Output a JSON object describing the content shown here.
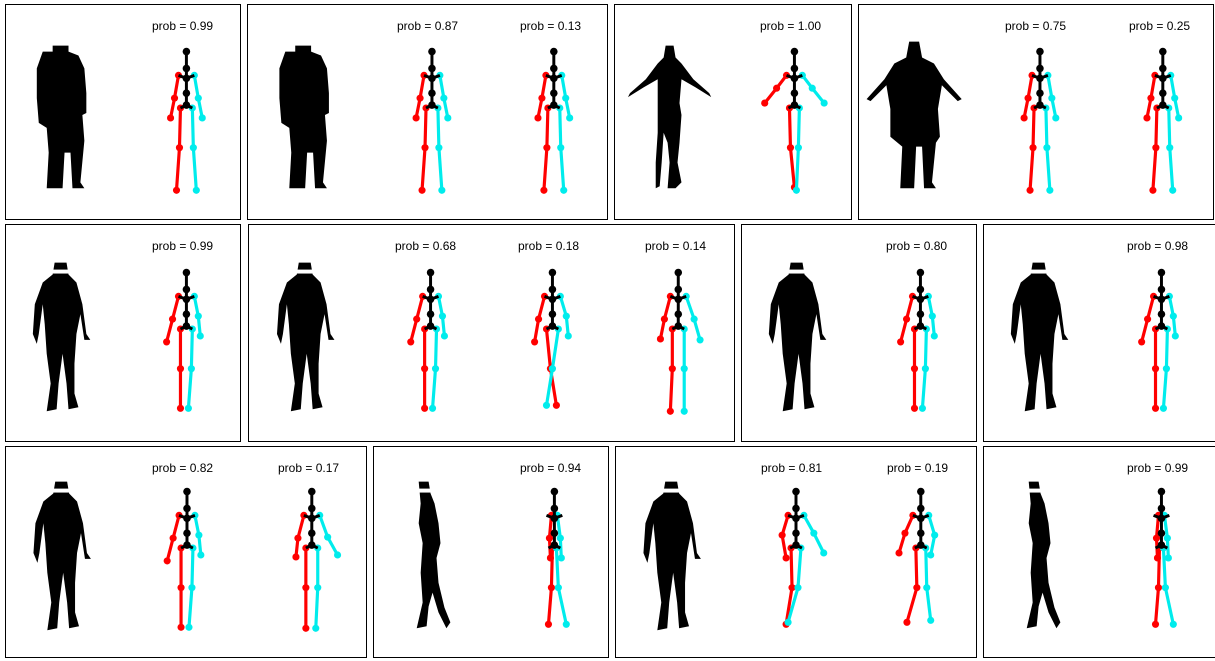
{
  "colors": {
    "left_limb": "#ff0000",
    "right_limb": "#00ecec",
    "torso": "#000000",
    "silhouette": "#000000"
  },
  "rows": [
    {
      "panels": [
        {
          "poses": [
            {
              "prob": "prob = 0.99"
            }
          ]
        },
        {
          "poses": [
            {
              "prob": "prob = 0.87"
            },
            {
              "prob": "prob = 0.13"
            }
          ]
        },
        {
          "poses": [
            {
              "prob": "prob = 1.00"
            }
          ]
        },
        {
          "poses": [
            {
              "prob": "prob = 0.75"
            },
            {
              "prob": "prob = 0.25"
            }
          ]
        }
      ]
    },
    {
      "panels": [
        {
          "poses": [
            {
              "prob": "prob = 0.99"
            }
          ]
        },
        {
          "poses": [
            {
              "prob": "prob = 0.68"
            },
            {
              "prob": "prob = 0.18"
            },
            {
              "prob": "prob = 0.14"
            }
          ]
        },
        {
          "poses": [
            {
              "prob": "prob = 0.80"
            }
          ]
        },
        {
          "poses": [
            {
              "prob": "prob = 0.98"
            }
          ]
        }
      ]
    },
    {
      "panels": [
        {
          "poses": [
            {
              "prob": "prob = 0.82"
            },
            {
              "prob": "prob = 0.17"
            }
          ]
        },
        {
          "poses": [
            {
              "prob": "prob = 0.94"
            }
          ]
        },
        {
          "poses": [
            {
              "prob": "prob = 0.81"
            },
            {
              "prob": "prob = 0.19"
            }
          ]
        },
        {
          "poses": [
            {
              "prob": "prob = 0.99"
            }
          ]
        }
      ]
    }
  ]
}
